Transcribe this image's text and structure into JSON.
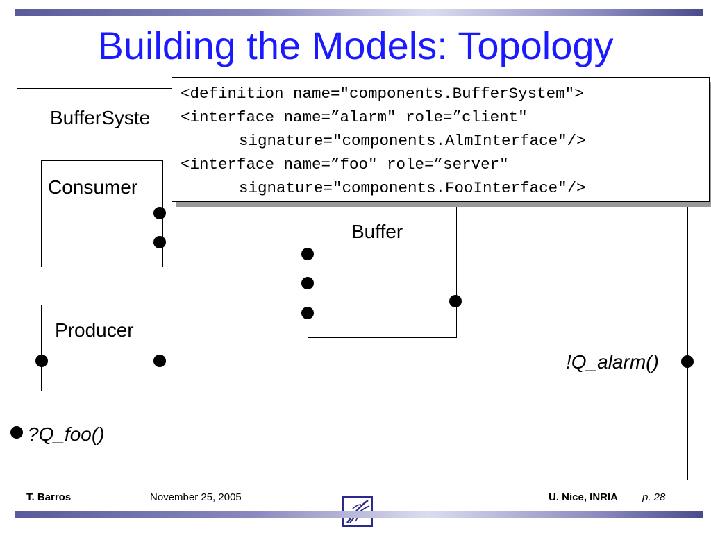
{
  "slide": {
    "title": "Building the Models: Topology"
  },
  "diagram": {
    "system_label": "BufferSyste",
    "consumer_label": "Consumer",
    "producer_label": "Producer",
    "buffer_label": "Buffer",
    "alarm_label": "!Q_alarm()",
    "foo_label": "?Q_foo()"
  },
  "code": {
    "lines": [
      "<definition name=\"components.BufferSystem\">",
      "<interface name=”alarm\" role=”client\"",
      "signature=\"components.AlmInterface\"/>",
      "<interface name=”foo\" role=”server\"",
      "signature=\"components.FooInterface\"/>"
    ]
  },
  "footer": {
    "author": "T. Barros",
    "date": "November 25, 2005",
    "institution": "U. Nice, INRIA",
    "page": "p. 28"
  },
  "colors": {
    "title": "#1a1aff",
    "bar": "#5a5a9a"
  },
  "icons": {
    "logo": "inria-bird-logo-icon"
  }
}
